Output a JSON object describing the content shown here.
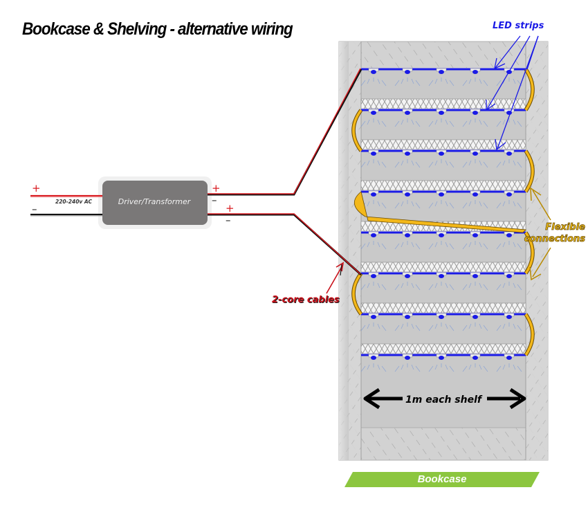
{
  "title": "Bookcase & Shelving - alternative wiring",
  "driver": {
    "label": "Driver/Transformer",
    "input_label": "220-240v AC",
    "input_plus": "+",
    "input_minus": "–",
    "output1_plus": "+",
    "output1_minus": "–",
    "output2_plus": "+",
    "output2_minus": "–"
  },
  "labels": {
    "led_strips": "LED strips",
    "flexible_line1": "Flexible",
    "flexible_line2": "connections",
    "cables": "2-core cables",
    "shelf_width": "1m each shelf",
    "bookcase": "Bookcase"
  },
  "bookcase": {
    "shelf_count": 8,
    "leds_per_shelf": 5
  },
  "colors": {
    "led_strip": "#1a1ae6",
    "flex_connection": "#f3b81a",
    "cable_positive": "#d9191f",
    "cable_negative": "#111111",
    "driver_box": "#7a7878",
    "banner": "#8cc63f",
    "frame": "#d4d4d4",
    "shelf_bg": "#c8c8c8"
  },
  "icons": {
    "arrow_both": "double-headed-arrow-icon",
    "hatch": "wood-hatch-pattern"
  }
}
